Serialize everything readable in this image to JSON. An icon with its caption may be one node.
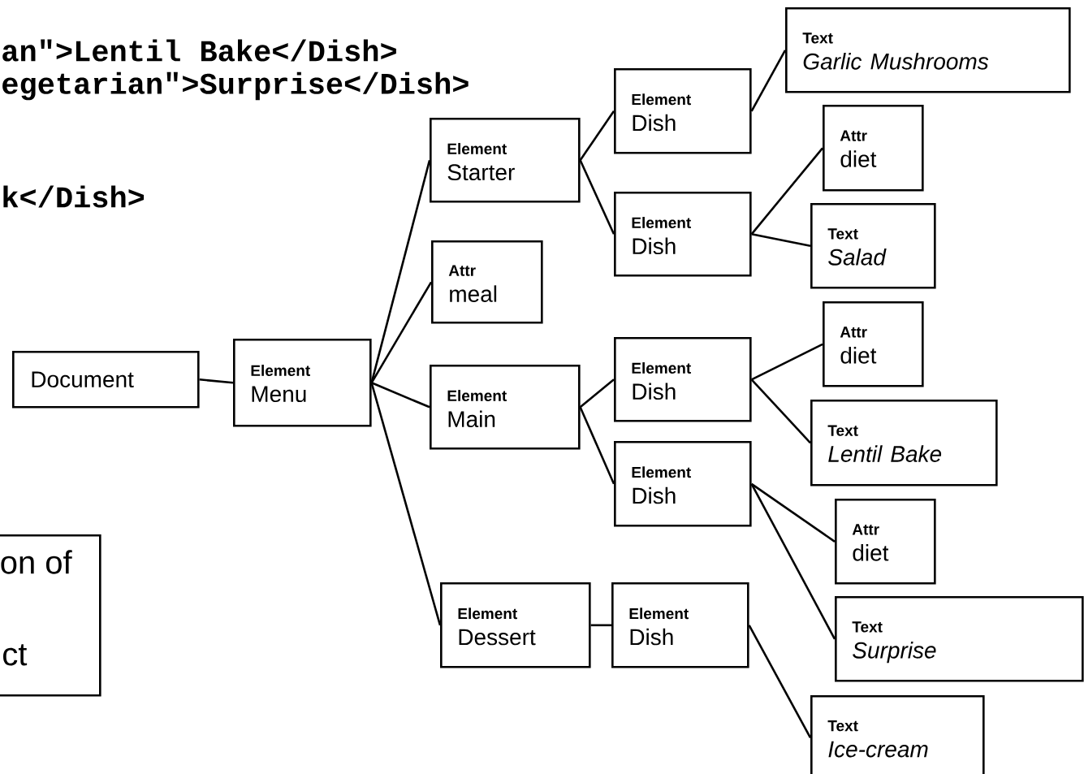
{
  "diagram": {
    "nodes": [
      {
        "text": [
          "Document"
        ]
      },
      {
        "text": [
          "Element",
          "Menu"
        ]
      },
      {
        "text": [
          "Element",
          "Starter"
        ]
      },
      {
        "text": [
          "Attr",
          "meal"
        ]
      },
      {
        "text": [
          "Element",
          "Main"
        ]
      },
      {
        "text": [
          "Element",
          "Dessert"
        ]
      },
      {
        "text": [
          "Element",
          "Dish"
        ]
      },
      {
        "text": [
          "Element",
          "Dish"
        ]
      },
      {
        "text": [
          "Element",
          "Dish"
        ]
      },
      {
        "text": [
          "Element",
          "Dish"
        ]
      },
      {
        "text": [
          "Element",
          "Dish"
        ]
      },
      {
        "text": [
          "Text",
          "Garlic Mushrooms"
        ]
      },
      {
        "text": [
          "Attr",
          "diet"
        ]
      },
      {
        "text": [
          "Text",
          "Salad"
        ]
      },
      {
        "text": [
          "Attr",
          "diet"
        ]
      },
      {
        "text": [
          "Text",
          "Lentil Bake"
        ]
      },
      {
        "text": [
          "Attr",
          "diet"
        ]
      },
      {
        "text": [
          "Text",
          "Surprise"
        ]
      },
      {
        "text": [
          "Text",
          "Ice-cream"
        ]
      },
      {
        "text": [
          "on of",
          "ct"
        ]
      }
    ],
    "edges": [
      {
        "from": 0,
        "to": 1,
        "arrow": "none"
      },
      {
        "from": 1,
        "to": 2,
        "arrow": "none"
      },
      {
        "from": 1,
        "to": 3,
        "arrow": "none"
      },
      {
        "from": 1,
        "to": 4,
        "arrow": "none"
      },
      {
        "from": 1,
        "to": 5,
        "arrow": "none"
      },
      {
        "from": 2,
        "to": 6,
        "arrow": "none"
      },
      {
        "from": 2,
        "to": 7,
        "arrow": "none"
      },
      {
        "from": 4,
        "to": 8,
        "arrow": "none"
      },
      {
        "from": 4,
        "to": 9,
        "arrow": "none"
      },
      {
        "from": 5,
        "to": 10,
        "arrow": "none"
      },
      {
        "from": 6,
        "to": 11,
        "arrow": "none"
      },
      {
        "from": 7,
        "to": 12,
        "arrow": "none"
      },
      {
        "from": 7,
        "to": 13,
        "arrow": "none"
      },
      {
        "from": 8,
        "to": 14,
        "arrow": "none"
      },
      {
        "from": 8,
        "to": 15,
        "arrow": "none"
      },
      {
        "from": 9,
        "to": 16,
        "arrow": "none"
      },
      {
        "from": 9,
        "to": 17,
        "arrow": "none"
      },
      {
        "from": 10,
        "to": 18,
        "arrow": "none"
      }
    ],
    "labels": [
      "an\">Lentil Bake</Dish>",
      "egetarian\">Surprise</Dish>",
      "k</Dish>"
    ]
  }
}
